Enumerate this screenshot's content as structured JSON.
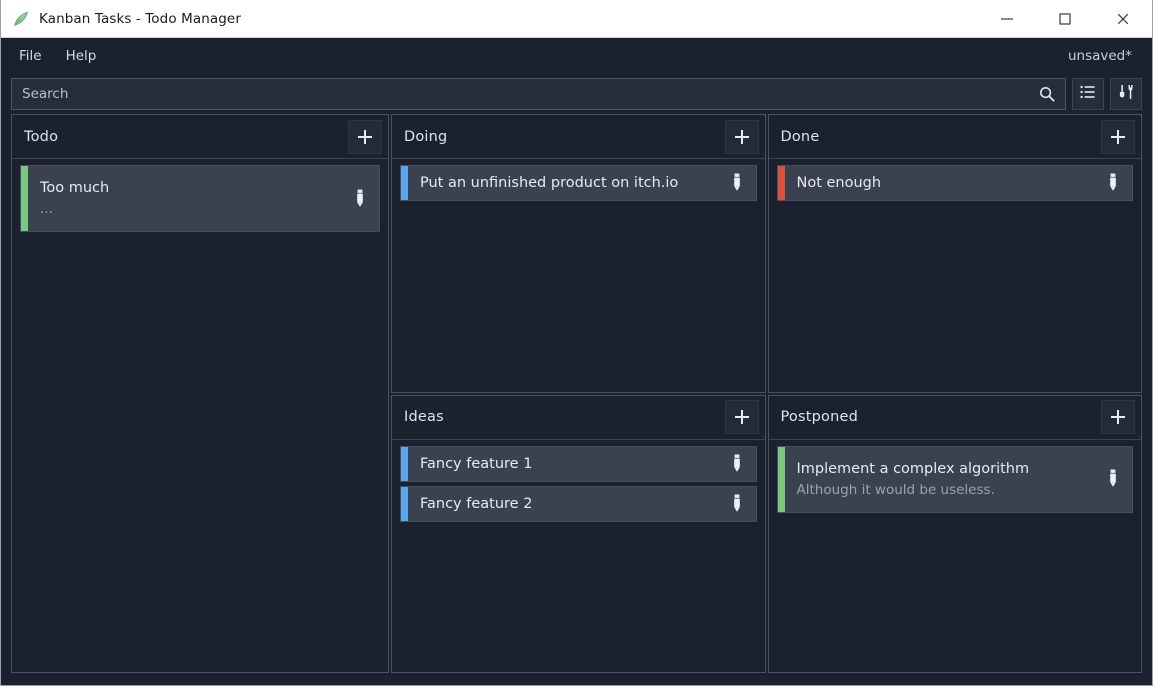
{
  "window": {
    "title": "Kanban Tasks - Todo Manager",
    "app_icon": "feather-quill-icon",
    "controls": {
      "minimize": "minimize-icon",
      "maximize": "maximize-icon",
      "close": "close-icon"
    }
  },
  "menubar": {
    "items": [
      {
        "label": "File"
      },
      {
        "label": "Help"
      }
    ],
    "status": "unsaved*"
  },
  "toolbar": {
    "search": {
      "value": "",
      "placeholder": "Search"
    },
    "buttons": [
      {
        "name": "search-button",
        "icon": "search-icon"
      },
      {
        "name": "list-view-button",
        "icon": "list-icon"
      },
      {
        "name": "tools-button",
        "icon": "tools-icon"
      }
    ]
  },
  "colors": {
    "accent_green": "#7bc97f",
    "accent_blue": "#5ba6e8",
    "accent_red": "#d9513a",
    "panel_bg": "#1b212e",
    "card_bg": "#3a4151",
    "window_bg": "#1b212e",
    "titlebar_bg": "#ffffff"
  },
  "board": {
    "add_label": "+",
    "edit_icon": "pencil-icon",
    "columns": [
      {
        "id": "todo",
        "title": "Todo",
        "cards": [
          {
            "title": "Too much",
            "description": "...",
            "accent": "#7bc97f",
            "tall": true
          }
        ]
      },
      {
        "id": "doing",
        "title": "Doing",
        "cards": [
          {
            "title": "Put an unfinished product on itch.io",
            "description": "",
            "accent": "#5ba6e8",
            "tall": false
          }
        ]
      },
      {
        "id": "done",
        "title": "Done",
        "cards": [
          {
            "title": "Not enough",
            "description": "",
            "accent": "#d9513a",
            "tall": false
          }
        ]
      },
      {
        "id": "ideas",
        "title": "Ideas",
        "cards": [
          {
            "title": "Fancy feature 1",
            "description": "",
            "accent": "#5ba6e8",
            "tall": false
          },
          {
            "title": "Fancy feature 2",
            "description": "",
            "accent": "#5ba6e8",
            "tall": false
          }
        ]
      },
      {
        "id": "postponed",
        "title": "Postponed",
        "cards": [
          {
            "title": "Implement a complex algorithm",
            "description": "Although it would be useless.",
            "accent": "#7bc97f",
            "tall": true
          }
        ]
      }
    ]
  }
}
